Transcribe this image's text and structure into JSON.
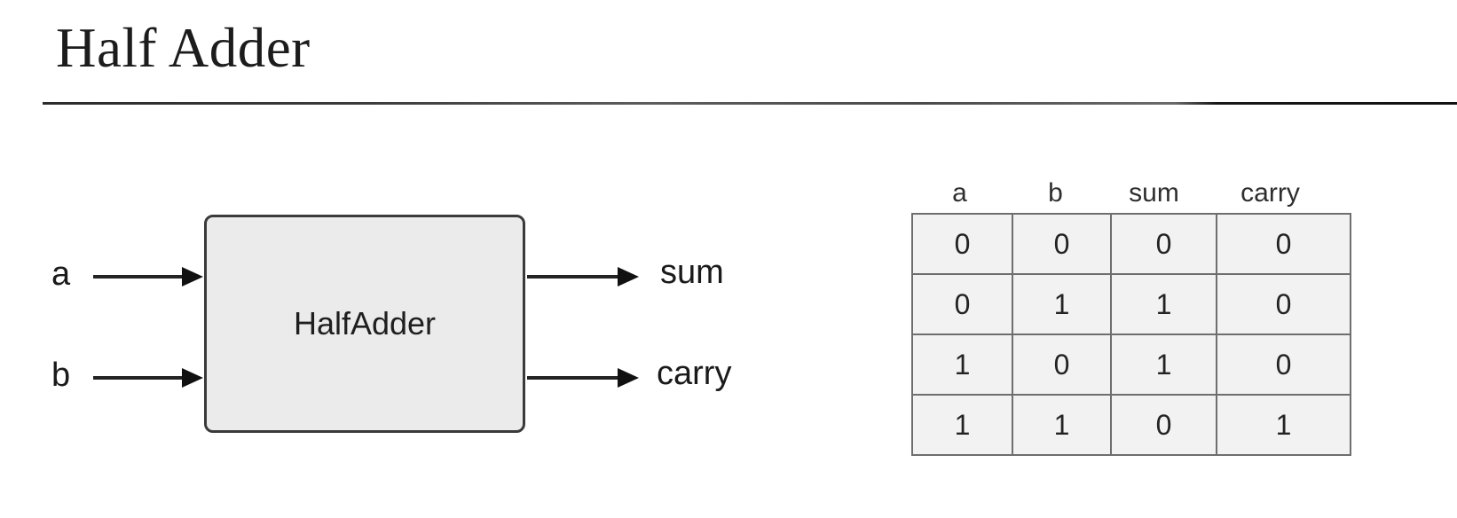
{
  "title": "Half Adder",
  "diagram": {
    "block_label": "HalfAdder",
    "inputs": [
      {
        "label": "a"
      },
      {
        "label": "b"
      }
    ],
    "outputs": [
      {
        "label": "sum"
      },
      {
        "label": "carry"
      }
    ]
  },
  "truth_table": {
    "headers": [
      "a",
      "b",
      "sum",
      "carry"
    ],
    "rows": [
      {
        "a": "0",
        "b": "0",
        "sum": "0",
        "carry": "0"
      },
      {
        "a": "0",
        "b": "1",
        "sum": "1",
        "carry": "0"
      },
      {
        "a": "1",
        "b": "0",
        "sum": "1",
        "carry": "0"
      },
      {
        "a": "1",
        "b": "1",
        "sum": "0",
        "carry": "1"
      }
    ]
  },
  "colors": {
    "sum_value": "#4a4ae0",
    "carry_value": "#e05555",
    "block_fill": "#ebebeb",
    "block_border": "#3a3a3a",
    "table_cell_fill": "#f2f2f2",
    "table_border": "#6e6e6e",
    "text": "#1a1a1a"
  }
}
